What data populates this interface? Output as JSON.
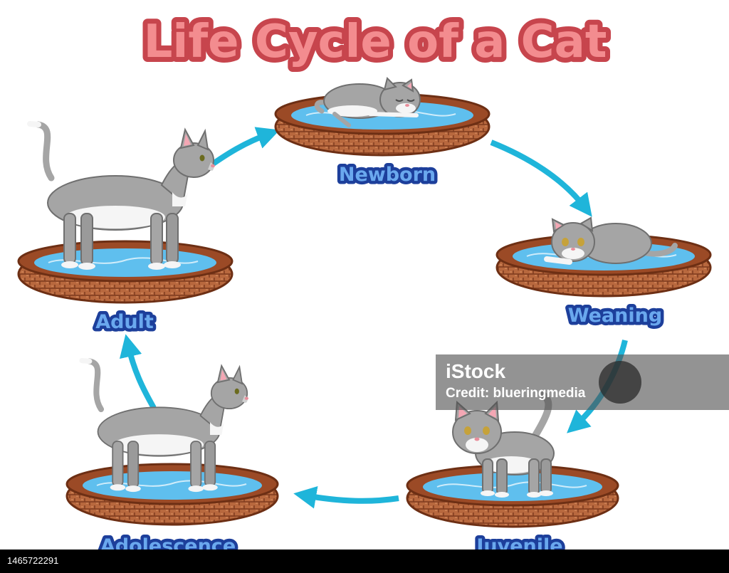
{
  "title": "Life Cycle of a Cat",
  "stages": [
    {
      "label": "Newborn",
      "pose": "lying-asleep"
    },
    {
      "label": "Weaning",
      "pose": "crouching"
    },
    {
      "label": "Juvenile",
      "pose": "kitten-standing"
    },
    {
      "label": "Adolescence",
      "pose": "standing"
    },
    {
      "label": "Adult",
      "pose": "standing-tall"
    }
  ],
  "watermark": {
    "brand": "iStock",
    "credit": "Credit: blueringmedia"
  },
  "footer": {
    "image_id": "1465722291"
  },
  "colors": {
    "title_fill": "#f38c8f",
    "title_stroke": "#c7454d",
    "label_fill": "#6aa8ee",
    "label_stroke": "#1d3f9b",
    "arrow": "#1fb5da",
    "basket_rim": "#b5653a",
    "basket_inner": "#8a4424",
    "water": "#5fbfee",
    "cat_body": "#a5a5a5",
    "cat_dark": "#8b8b8b",
    "cat_white": "#f5f5f5",
    "cat_ear": "#f4a7b4"
  }
}
